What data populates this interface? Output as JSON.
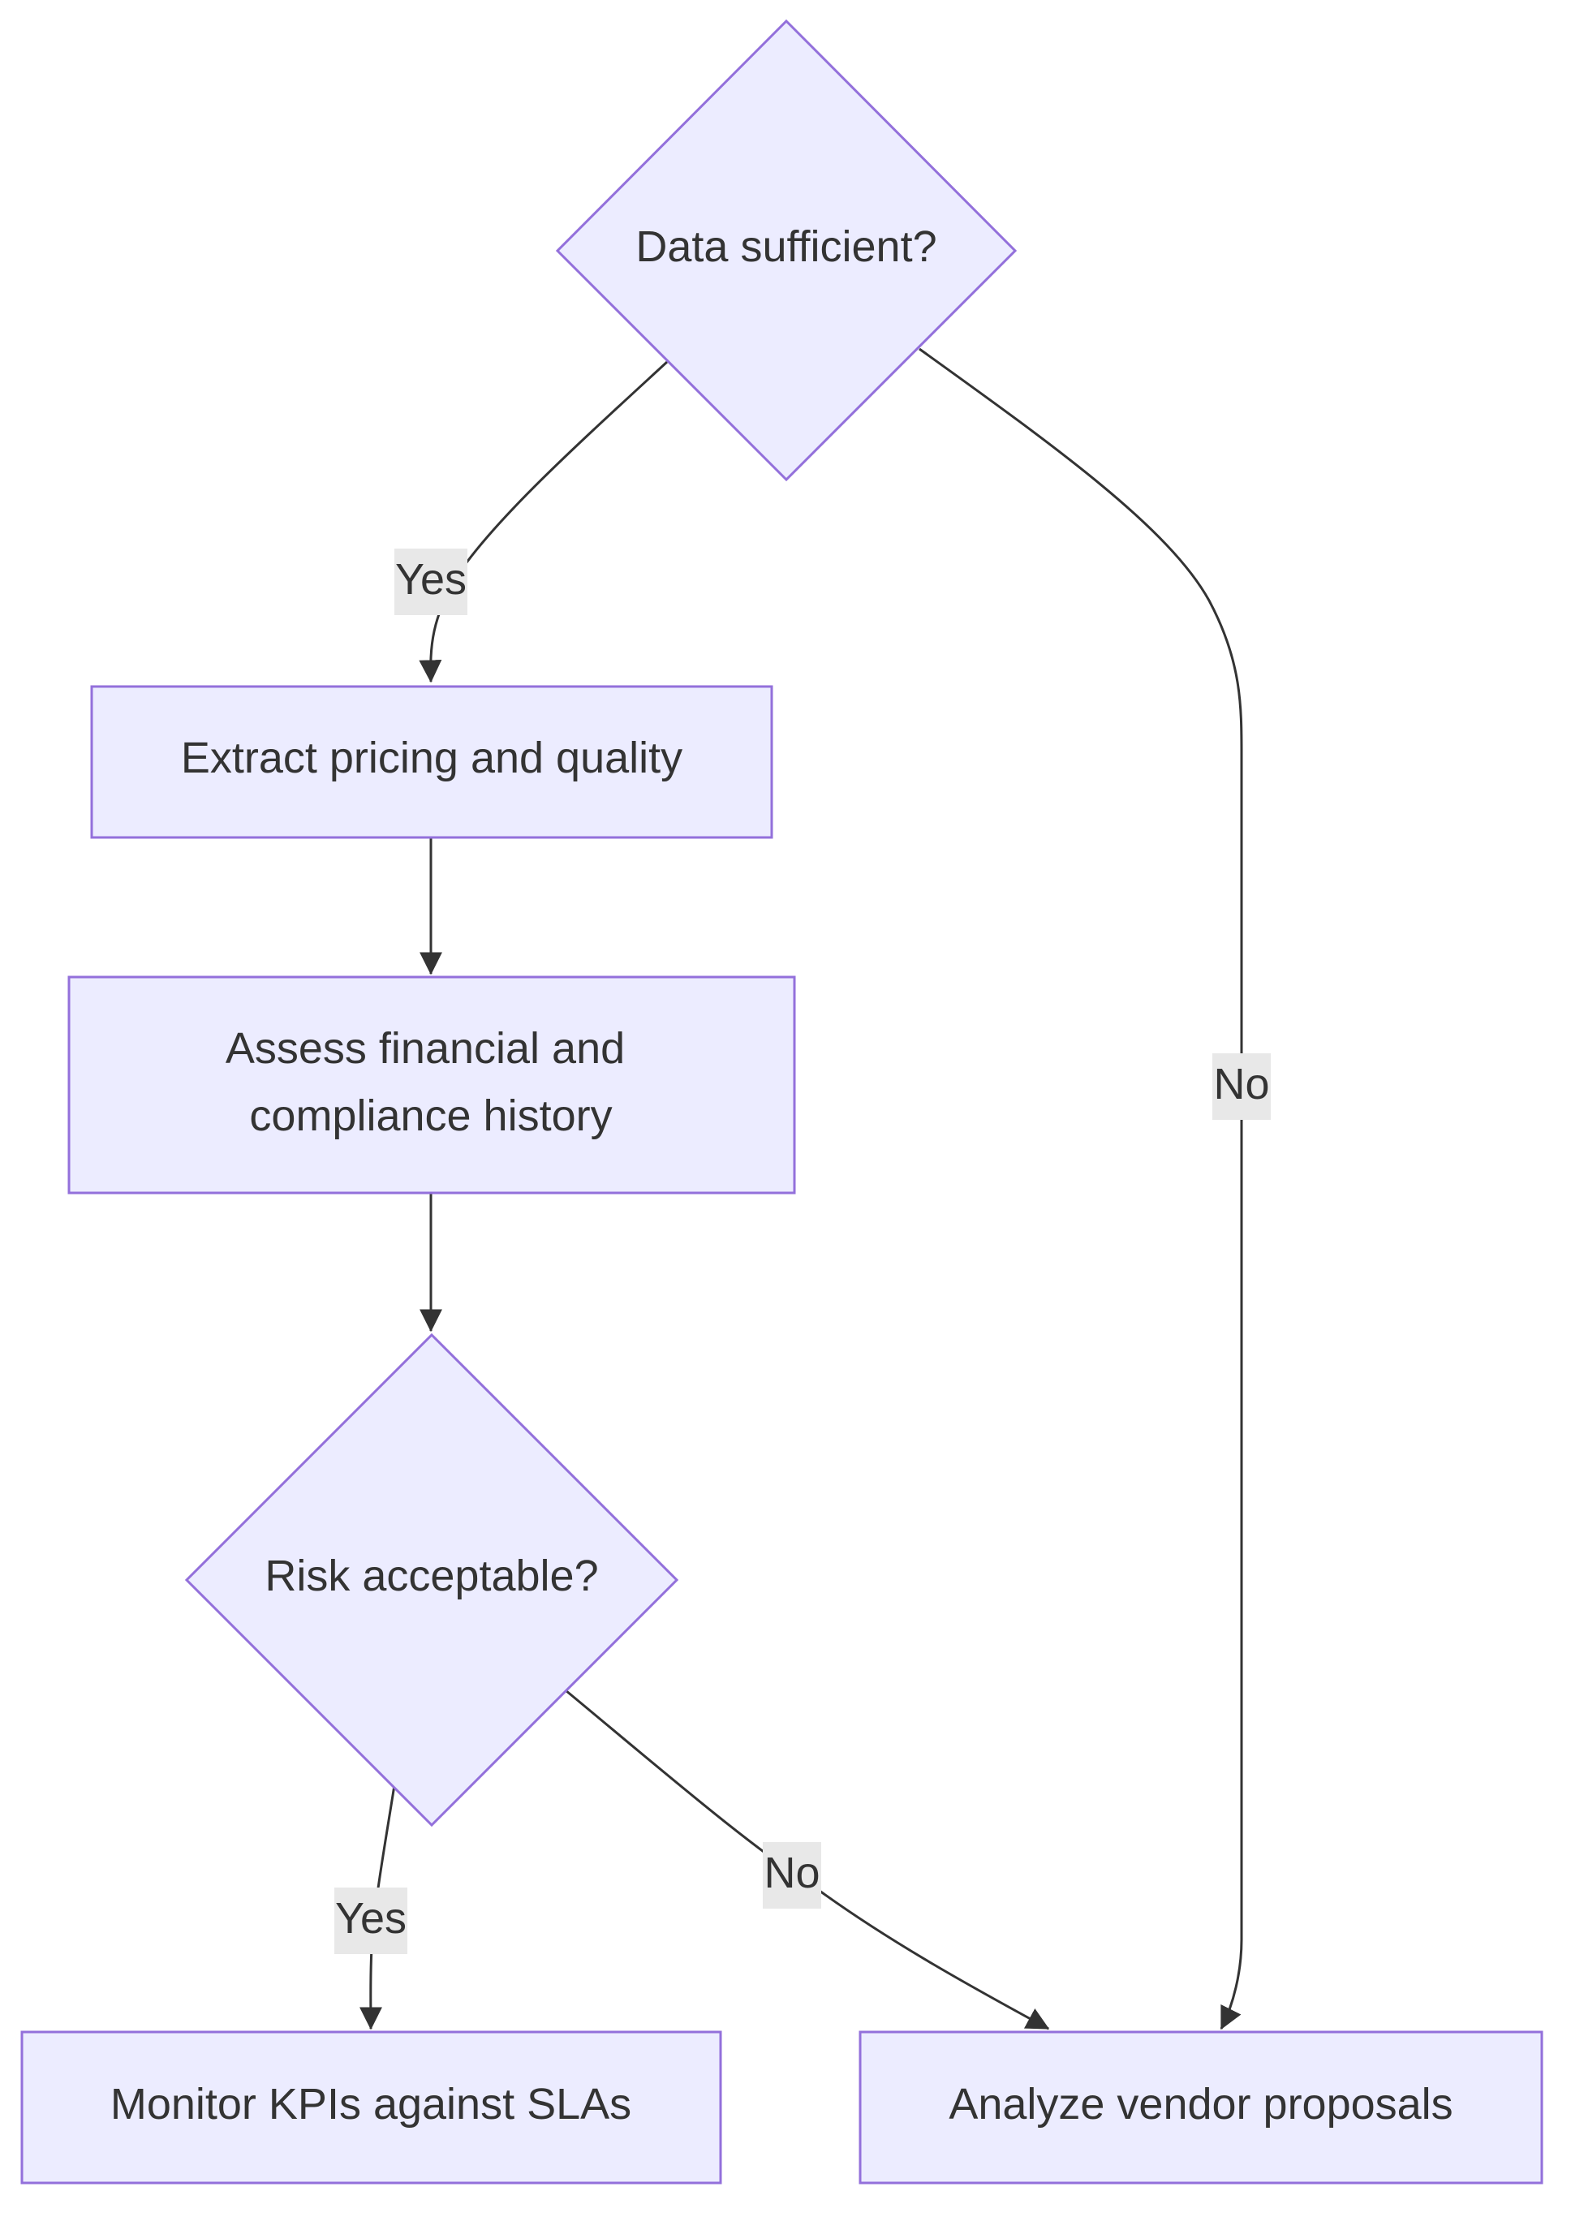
{
  "nodes": {
    "data_sufficient": {
      "label": "Data sufficient?"
    },
    "extract": {
      "label": "Extract pricing and quality"
    },
    "assess": {
      "line1": "Assess financial and",
      "line2": "compliance history"
    },
    "risk": {
      "label": "Risk acceptable?"
    },
    "monitor": {
      "label": "Monitor KPIs against SLAs"
    },
    "analyze": {
      "label": "Analyze vendor proposals"
    }
  },
  "edges": {
    "data_yes": {
      "label": "Yes"
    },
    "data_no": {
      "label": "No"
    },
    "risk_yes": {
      "label": "Yes"
    },
    "risk_no": {
      "label": "No"
    }
  },
  "colors": {
    "node_fill": "#ECECFF",
    "node_stroke": "#9370DB",
    "edge": "#333333",
    "label_bg": "#E8E8E8",
    "text": "#333333"
  }
}
